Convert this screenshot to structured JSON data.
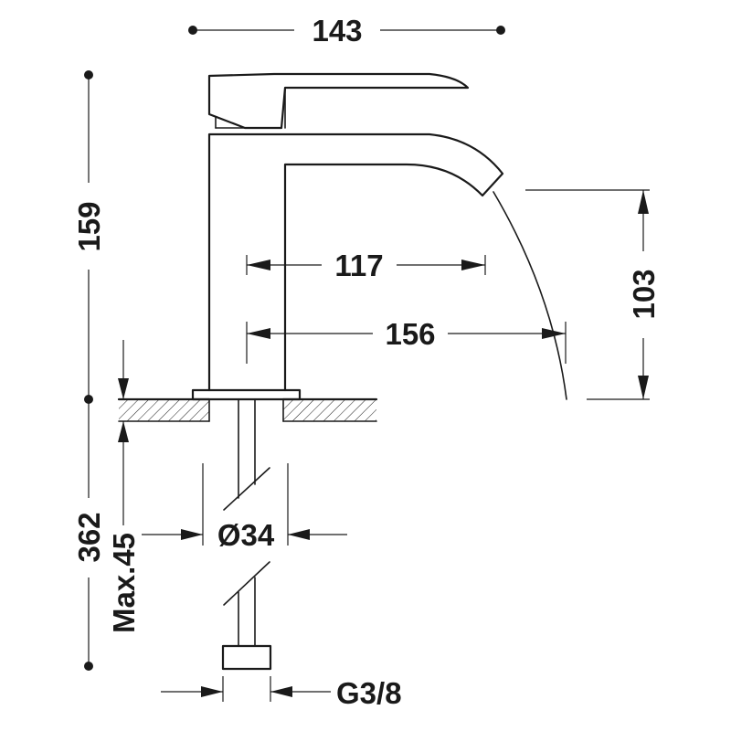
{
  "dimensions": {
    "total_width": "143",
    "total_height": "159",
    "spout_reach": "117",
    "water_reach": "156",
    "spout_height": "103",
    "hose_length": "362",
    "max_counter_thickness": "Max.45",
    "hole_diameter": "Ø34",
    "connection_thread": "G3/8"
  },
  "colors": {
    "line": "#1a1a1a",
    "background": "#ffffff"
  }
}
